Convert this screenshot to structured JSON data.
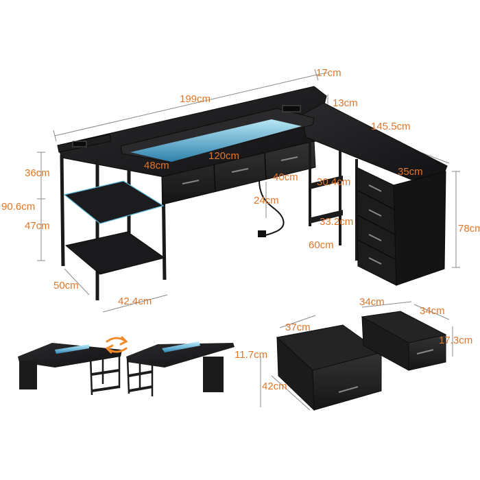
{
  "colors": {
    "dimension_text": "#e0762a",
    "dimension_line": "#8a8a8a",
    "wood_black": "#1c1c1e",
    "frame": "#2a2a2a",
    "led_glow": "#6fd3f0",
    "fabric": "#222222",
    "swap_arrow": "#f08a2a"
  },
  "dimensions": {
    "overall_length": "199cm",
    "shelf_depth": "17cm",
    "riser_height": "13cm",
    "l_side_length": "145.5cm",
    "hutch_height": "36cm",
    "total_height": "90.6cm",
    "lower_shelf_height": "47cm",
    "shelf_width": "48cm",
    "drawer_span": "120cm",
    "knee_height": "40cm",
    "side_shelf_width": "30.4cm",
    "side_shelf_depth": "24cm",
    "side_shelf_height": "33.2cm",
    "cabinet_depth": "35cm",
    "desk_height": "78cm",
    "return_depth": "60cm",
    "base_depth": "50cm",
    "base_width": "42.4cm",
    "big_drawer_width": "37cm",
    "big_drawer_height": "11.7cm",
    "big_drawer_depth": "42cm",
    "small_drawer_width": "34cm",
    "small_drawer_depth": "34cm",
    "small_drawer_height": "17.3cm"
  },
  "icons": [
    "swap-arrows-icon",
    "power-outlet-icon",
    "power-plug-icon"
  ]
}
